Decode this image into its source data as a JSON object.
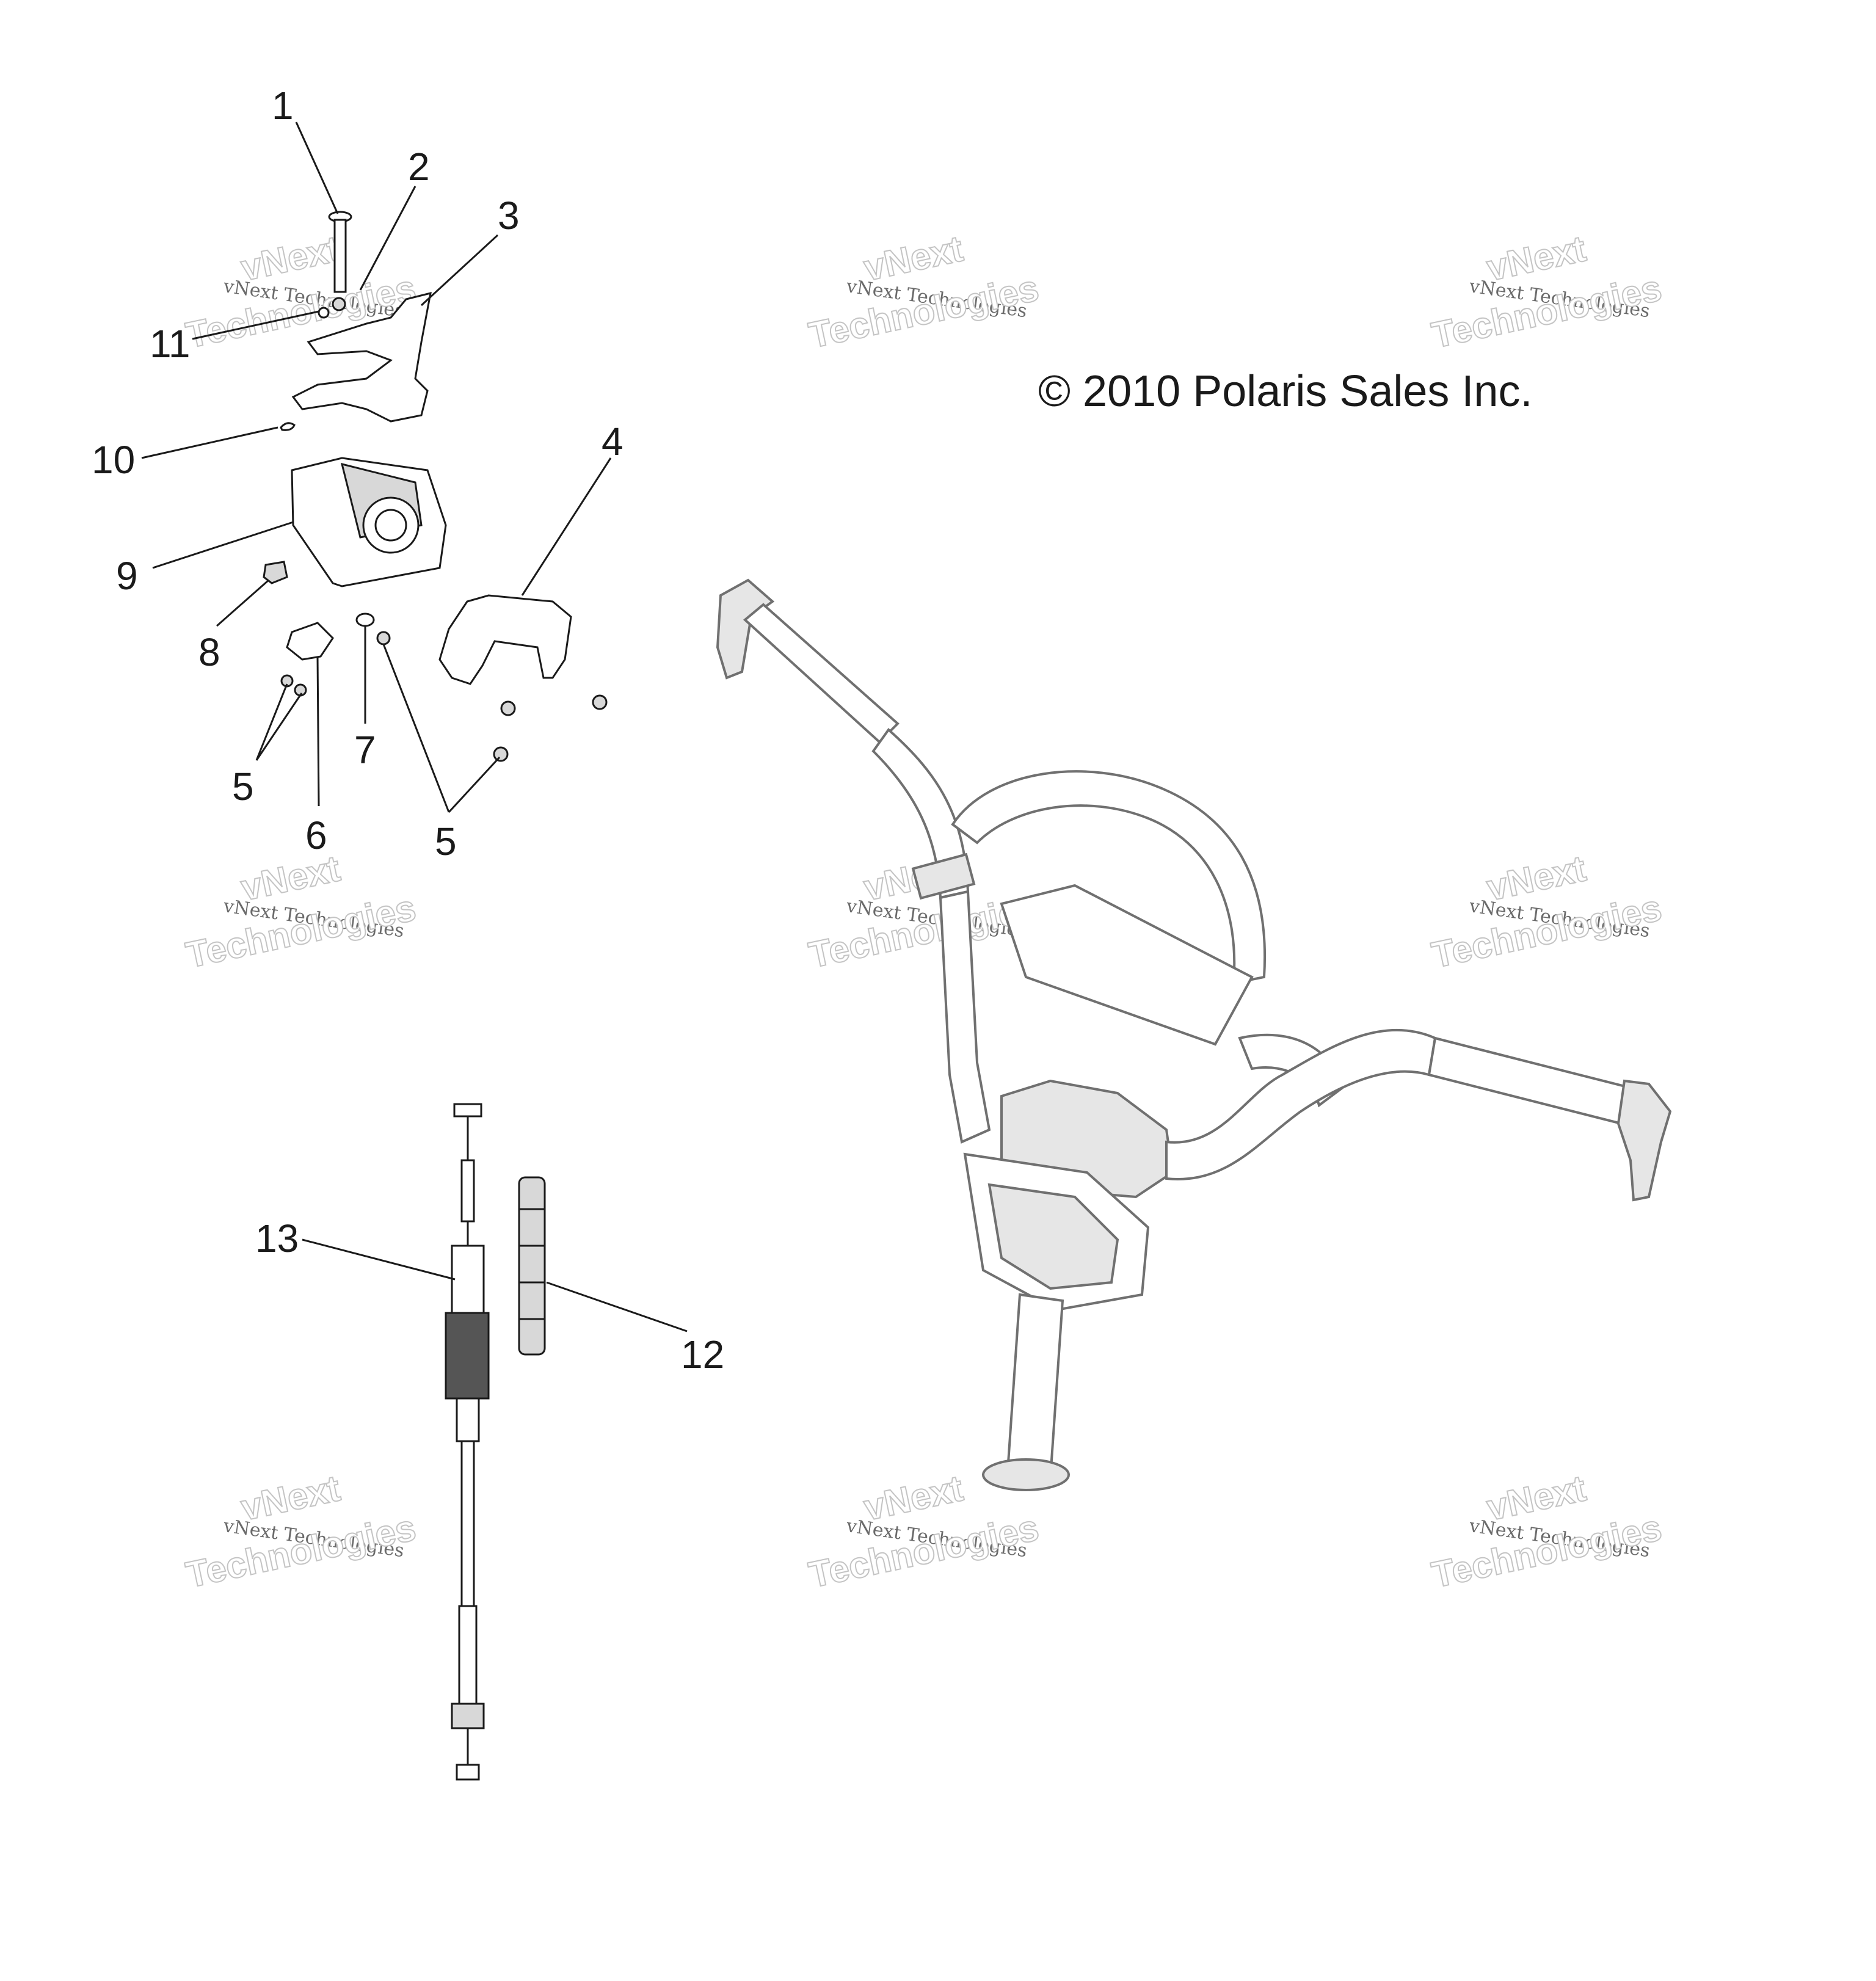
{
  "copyright": "© 2010 Polaris Sales Inc.",
  "callouts": [
    "1",
    "2",
    "3",
    "11",
    "10",
    "4",
    "9",
    "8",
    "5",
    "6",
    "7",
    "5",
    "13",
    "12"
  ],
  "watermark": {
    "line1": "vNext",
    "line2": "vNext Technologies",
    "line3": "Technologies"
  }
}
